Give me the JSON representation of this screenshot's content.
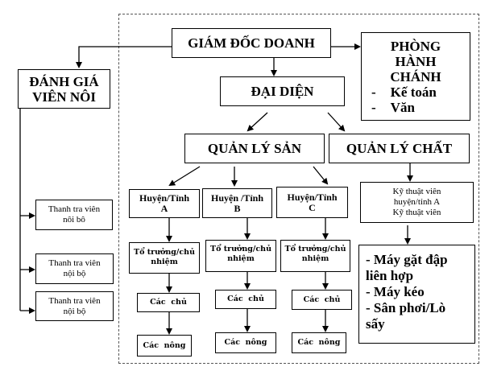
{
  "diagram": {
    "type": "organization-chart",
    "nodes": {
      "director": {
        "label": "GIÁM ĐỐC DOANH"
      },
      "admin_office": {
        "title_lines": [
          "PHÒNG",
          "HÀNH",
          "CHÁNH"
        ],
        "items": [
          {
            "bullet": "-",
            "text": "Kế toán"
          },
          {
            "bullet": "-",
            "text": "Văn"
          }
        ]
      },
      "representative": {
        "label": "ĐẠI DIỆN"
      },
      "internal_assessor": {
        "lines": [
          "ĐÁNH GIÁ",
          "VIÊN NÔI"
        ]
      },
      "production_manager": {
        "label": "QUẢN LÝ SẢN"
      },
      "quality_manager": {
        "label": "QUẢN LÝ CHẤT"
      },
      "districts": [
        {
          "lines": [
            "Huyện/Tỉnh",
            "A"
          ],
          "leader_lines": [
            "Tổ trưởng/chủ",
            "nhiệm"
          ],
          "owners": "Các  chủ",
          "farmers": "Các  nông"
        },
        {
          "lines": [
            "Huyện /Tỉnh",
            "B"
          ],
          "leader_lines": [
            "Tổ trưởng/chủ",
            "nhiệm"
          ],
          "owners": "Các  chủ",
          "farmers": "Các  nông"
        },
        {
          "lines": [
            "Huyện/Tỉnh",
            "C"
          ],
          "leader_lines": [
            "Tổ trưởng/chủ",
            "nhiệm"
          ],
          "owners": "Các  chủ",
          "farmers": "Các  nông"
        }
      ],
      "technician": {
        "lines": [
          "Kỹ thuật viên",
          "huyện/tỉnh  A",
          "Kỹ thuật viên"
        ]
      },
      "equipment": {
        "lines": [
          "- Máy gặt đập",
          "liên hợp",
          "- Máy kéo",
          "- Sân phơi/Lò",
          "sấy"
        ]
      },
      "inspectors": [
        {
          "lines": [
            "Thanh tra viên",
            "nôi bô"
          ]
        },
        {
          "lines": [
            "Thanh tra viên",
            "nội bộ"
          ]
        },
        {
          "lines": [
            "Thanh tra viên",
            "nội bộ"
          ]
        }
      ]
    }
  }
}
